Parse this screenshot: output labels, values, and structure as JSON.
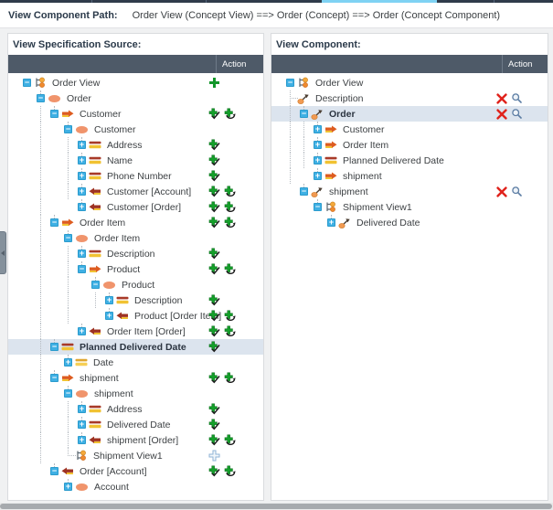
{
  "path_bar": {
    "label": "View Component Path:",
    "value": "Order View (Concept View) ==> Order (Concept) ==> Order (Concept Component)"
  },
  "colors": {
    "header_bar": "#4e5a68",
    "row_highlight": "#dce4ee",
    "add_green": "#14a02a",
    "delete_red": "#e0231c",
    "expander_blue": "#3fb0e4",
    "concept_orange": "#f0946c",
    "attribute_yellow": "#f1c232",
    "relation_orange": "#dd5c20",
    "relation_maroon": "#9e3222",
    "search_blue": "#5b7ca3"
  },
  "panels": {
    "source": {
      "title": "View Specification Source:",
      "action_header": "Action",
      "rows": [
        {
          "level": 0,
          "expander": "minus",
          "icon": "view-icon",
          "label": "Order View",
          "actions": [
            "plus"
          ]
        },
        {
          "level": 1,
          "expander": "minus",
          "icon": "concept-icon",
          "label": "Order",
          "actions": []
        },
        {
          "level": 2,
          "expander": "minus",
          "icon": "relation-right-icon",
          "label": "Customer",
          "actions": [
            "add-with-check",
            "add-with-arrow"
          ]
        },
        {
          "level": 3,
          "expander": "minus",
          "icon": "concept-icon",
          "label": "Customer",
          "actions": []
        },
        {
          "level": 4,
          "expander": "plus",
          "icon": "attribute-icon",
          "label": "Address",
          "actions": [
            "add-with-check"
          ]
        },
        {
          "level": 4,
          "expander": "plus",
          "icon": "attribute-icon",
          "label": "Name",
          "actions": [
            "add-with-check"
          ]
        },
        {
          "level": 4,
          "expander": "plus",
          "icon": "attribute-icon",
          "label": "Phone Number",
          "actions": [
            "add-with-check"
          ]
        },
        {
          "level": 4,
          "expander": "plus",
          "icon": "relation-left-icon",
          "label": "Customer [Account]",
          "actions": [
            "add-with-check",
            "add-with-arrow"
          ]
        },
        {
          "level": 4,
          "expander": "plus",
          "icon": "relation-left-icon",
          "label": "Customer [Order]",
          "actions": [
            "add-with-check",
            "add-with-arrow"
          ]
        },
        {
          "level": 2,
          "expander": "minus",
          "icon": "relation-right-icon",
          "label": "Order Item",
          "actions": [
            "add-with-check",
            "add-with-arrow"
          ]
        },
        {
          "level": 3,
          "expander": "minus",
          "icon": "concept-icon",
          "label": "Order Item",
          "actions": []
        },
        {
          "level": 4,
          "expander": "plus",
          "icon": "attribute-icon",
          "label": "Description",
          "actions": [
            "add-with-check"
          ]
        },
        {
          "level": 4,
          "expander": "minus",
          "icon": "relation-right-icon",
          "label": "Product",
          "actions": [
            "add-with-check",
            "add-with-arrow"
          ]
        },
        {
          "level": 5,
          "expander": "minus",
          "icon": "concept-icon",
          "label": "Product",
          "actions": []
        },
        {
          "level": 6,
          "expander": "plus",
          "icon": "attribute-icon",
          "label": "Description",
          "actions": [
            "add-with-check"
          ]
        },
        {
          "level": 6,
          "expander": "plus",
          "icon": "relation-left-icon",
          "label": "Product [Order Item]",
          "actions": [
            "add-with-check",
            "add-with-arrow"
          ]
        },
        {
          "level": 4,
          "expander": "plus",
          "icon": "relation-left-icon",
          "label": "Order Item [Order]",
          "actions": [
            "add-with-check",
            "add-with-arrow"
          ]
        },
        {
          "level": 2,
          "expander": "minus",
          "icon": "attribute-icon",
          "label": "Planned Delivered Date",
          "actions": [
            "add-with-check"
          ],
          "highlighted": true
        },
        {
          "level": 3,
          "expander": "plus",
          "icon": "attribute-light-icon",
          "label": "Date",
          "actions": []
        },
        {
          "level": 2,
          "expander": "minus",
          "icon": "relation-right-icon",
          "label": "shipment",
          "actions": [
            "add-with-check",
            "add-with-arrow"
          ]
        },
        {
          "level": 3,
          "expander": "minus",
          "icon": "concept-icon",
          "label": "shipment",
          "actions": []
        },
        {
          "level": 4,
          "expander": "plus",
          "icon": "attribute-icon",
          "label": "Address",
          "actions": [
            "add-with-check"
          ]
        },
        {
          "level": 4,
          "expander": "plus",
          "icon": "attribute-icon",
          "label": "Delivered Date",
          "actions": [
            "add-with-check"
          ]
        },
        {
          "level": 4,
          "expander": "plus",
          "icon": "relation-left-icon",
          "label": "shipment [Order]",
          "actions": [
            "add-with-check",
            "add-with-arrow"
          ]
        },
        {
          "level": 4,
          "expander": "none",
          "icon": "view-icon",
          "label": "Shipment View1",
          "actions": [
            "plus-outline"
          ]
        },
        {
          "level": 2,
          "expander": "minus",
          "icon": "relation-left-icon",
          "label": "Order [Account]",
          "actions": [
            "add-with-check",
            "add-with-arrow"
          ]
        },
        {
          "level": 3,
          "expander": "plus",
          "icon": "concept-icon",
          "label": "Account",
          "actions": []
        }
      ]
    },
    "component": {
      "title": "View Component:",
      "action_header": "Action",
      "rows": [
        {
          "level": 0,
          "expander": "minus",
          "icon": "view-icon",
          "label": "Order View",
          "actions": []
        },
        {
          "level": 1,
          "expander": "none",
          "icon": "component-icon",
          "label": "Description",
          "actions": [
            "delete",
            "search"
          ]
        },
        {
          "level": 1,
          "expander": "minus",
          "icon": "component-icon",
          "label": "Order",
          "actions": [
            "delete",
            "search"
          ],
          "highlighted": true
        },
        {
          "level": 2,
          "expander": "plus",
          "icon": "relation-right-icon",
          "label": "Customer",
          "actions": []
        },
        {
          "level": 2,
          "expander": "plus",
          "icon": "relation-right-icon",
          "label": "Order Item",
          "actions": []
        },
        {
          "level": 2,
          "expander": "plus",
          "icon": "attribute-icon",
          "label": "Planned Delivered Date",
          "actions": []
        },
        {
          "level": 2,
          "expander": "plus",
          "icon": "relation-right-icon",
          "label": "shipment",
          "actions": []
        },
        {
          "level": 1,
          "expander": "minus",
          "icon": "component-icon",
          "label": "shipment",
          "actions": [
            "delete",
            "search"
          ]
        },
        {
          "level": 2,
          "expander": "minus",
          "icon": "view-icon",
          "label": "Shipment View1",
          "actions": []
        },
        {
          "level": 3,
          "expander": "plus",
          "icon": "component-icon",
          "label": "Delivered Date",
          "actions": []
        }
      ]
    }
  }
}
